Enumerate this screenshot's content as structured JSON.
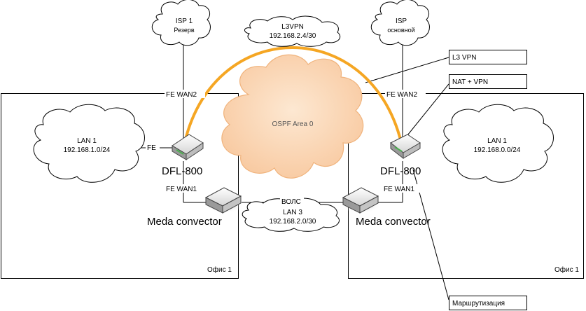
{
  "offices": {
    "left": {
      "label": "Офис 1"
    },
    "right": {
      "label": "Офис 1"
    }
  },
  "clouds": {
    "isp1": {
      "line1": "ISP 1",
      "line2": "Резерв"
    },
    "isp_main": {
      "line1": "ISP",
      "line2": "основной"
    },
    "l3vpn": {
      "line1": "L3VPN",
      "line2": "192.168.2.4/30"
    },
    "ospf": {
      "label": "OSPF Area 0"
    },
    "lan_left": {
      "line1": "LAN 1",
      "line2": "192.168.1.0/24"
    },
    "lan_right": {
      "line1": "LAN 1",
      "line2": "192.168.0.0/24"
    },
    "lan3": {
      "line1": "LAN 3",
      "line2": "192.168.2.0/30"
    }
  },
  "links": {
    "left_wan2": "FE WAN2",
    "right_wan2": "FE WAN2",
    "left_wan1": "FE WAN1",
    "right_wan1": "FE WAN1",
    "left_fe": "FE",
    "fiber": "ВОЛС"
  },
  "devices": {
    "router_left": "DFL-800",
    "router_right": "DFL-800",
    "media_left": "Meda convector",
    "media_right": "Meda convector"
  },
  "callouts": {
    "l3vpn": "L3 VPN",
    "nat_vpn": "NAT + VPN",
    "routing": "Маршрутизация"
  },
  "colors": {
    "vpn_arc": "#f5a623",
    "ospf_cloud_fill": "#fbdcbf",
    "ospf_cloud_stroke": "#f0b37c"
  }
}
